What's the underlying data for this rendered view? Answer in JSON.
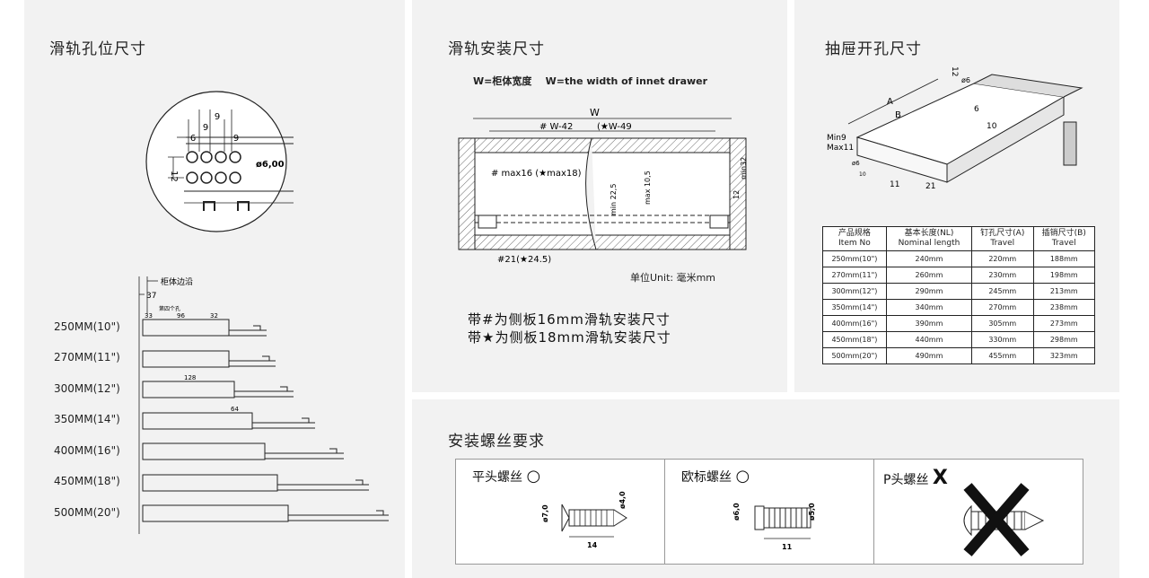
{
  "panels": {
    "hole_position": {
      "title": "滑轨孔位尺寸"
    },
    "install": {
      "title": "滑轨安装尺寸"
    },
    "drawer_holes": {
      "title": "抽屉开孔尺寸"
    },
    "screws": {
      "title": "安装螺丝要求"
    }
  },
  "hole_detail": {
    "dim_9a": "9",
    "dim_9b": "9",
    "dim_9c": "9",
    "dim_6": "6",
    "dim_12": "12",
    "hole_dia": "ø6,00"
  },
  "rail_ruler": {
    "edge_label": "柜体边沿",
    "dim_37": "37",
    "dim_33": "33",
    "fourth_hole": "第四个孔",
    "dim_96": "96",
    "dim_32": "32",
    "dim_128": "128",
    "dim_64": "64"
  },
  "rail_sizes": [
    "250MM(10\")",
    "270MM(11\")",
    "300MM(12\")",
    "350MM(14\")",
    "400MM(16\")",
    "450MM(18\")",
    "500MM(20\")"
  ],
  "install": {
    "w_def": "W=柜体宽度    W=the width of innet drawer",
    "w": "W",
    "width_formula": "# W-42",
    "width_formula_b": "(★W-49",
    "max16": "# max16 (★max18)",
    "min22_5": "min 22,5",
    "max10_5": "max 10,5",
    "min32": "min32",
    "dim12": "12",
    "dim21": "#21(★24.5)",
    "unit": "单位Unit: 毫米mm",
    "note1": "带#为侧板16mm滑轨安装尺寸",
    "note2": "带★为侧板18mm滑轨安装尺寸"
  },
  "drawer": {
    "a": "A",
    "b": "B",
    "min9": "Min9",
    "max11": "Max11",
    "d6": "ø6",
    "d10": "10",
    "d12": "12",
    "dim6": "6",
    "dim10b": "10",
    "dim11": "11",
    "dim21": "21",
    "d6b": "ø6"
  },
  "spec_table": {
    "headers": [
      [
        "产品规格",
        "Item No"
      ],
      [
        "基本长度(NL)",
        "Nominal length"
      ],
      [
        "钉孔尺寸(A)",
        "Travel"
      ],
      [
        "插销尺寸(B)",
        "Travel"
      ]
    ],
    "rows": [
      [
        "250mm(10\")",
        "240mm",
        "220mm",
        "188mm"
      ],
      [
        "270mm(11\")",
        "260mm",
        "230mm",
        "198mm"
      ],
      [
        "300mm(12\")",
        "290mm",
        "245mm",
        "213mm"
      ],
      [
        "350mm(14\")",
        "340mm",
        "270mm",
        "238mm"
      ],
      [
        "400mm(16\")",
        "390mm",
        "305mm",
        "273mm"
      ],
      [
        "450mm(18\")",
        "440mm",
        "330mm",
        "298mm"
      ],
      [
        "500mm(20\")",
        "490mm",
        "455mm",
        "323mm"
      ]
    ]
  },
  "screws": [
    {
      "label": "平头螺丝",
      "mark": "○",
      "dim_len": "14",
      "dim_head": "ø7,0",
      "dim_shank": "ø4,0"
    },
    {
      "label": "欧标螺丝",
      "mark": "○",
      "dim_len": "11",
      "dim_head": "ø6,0",
      "dim_shank": "ø5,0"
    },
    {
      "label": "P头螺丝",
      "mark": "X"
    }
  ]
}
